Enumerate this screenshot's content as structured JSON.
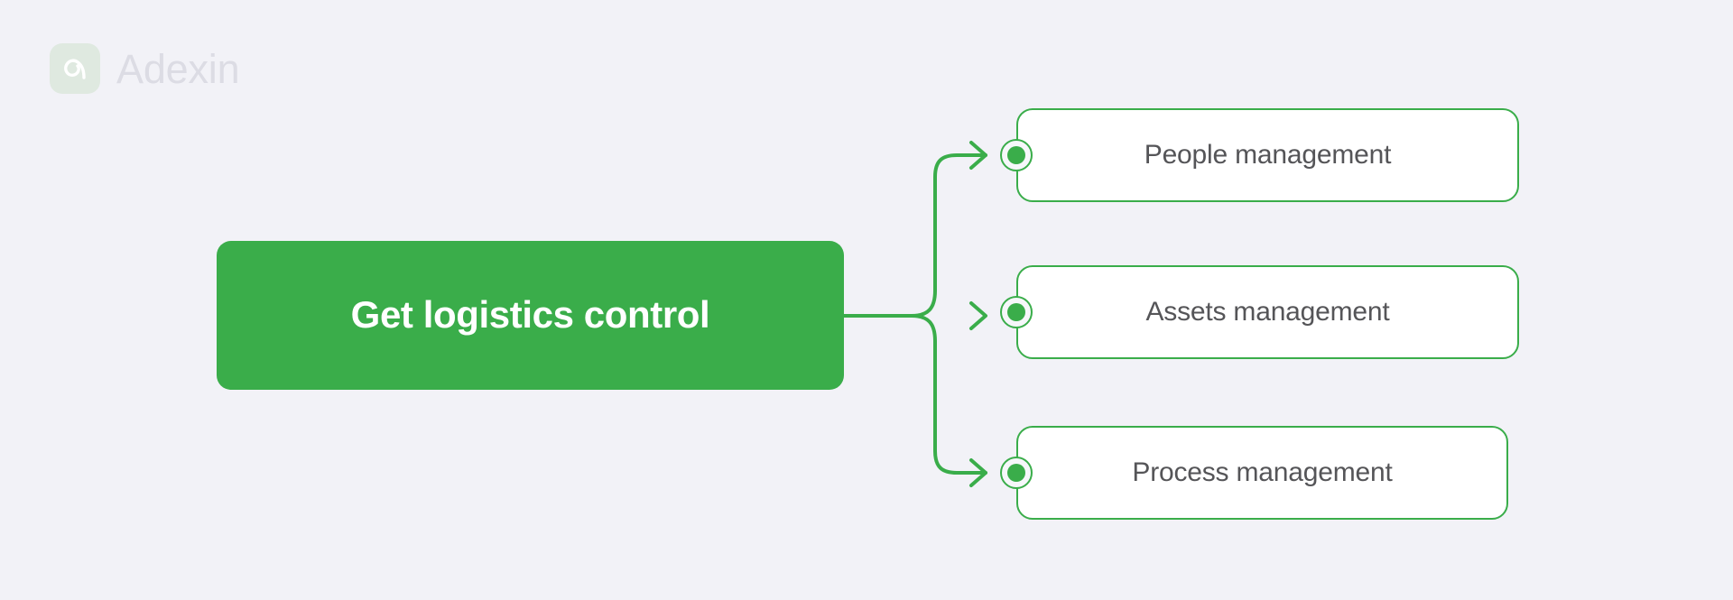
{
  "brand": {
    "name": "Adexin",
    "mark_icon": "adexin-spiral-logo-icon",
    "mark_color": "#dfe9e0",
    "word_color": "#dcdce4"
  },
  "theme": {
    "background": "#f2f2f7",
    "accent_green": "#3aad4a",
    "card_background": "#ffffff",
    "card_text": "#555558",
    "root_text": "#ffffff"
  },
  "diagram": {
    "type": "mind-map",
    "root": {
      "label": "Get logistics control"
    },
    "branches": [
      {
        "label": "People management",
        "connector": "curve-up"
      },
      {
        "label": "Assets management",
        "connector": "straight"
      },
      {
        "label": "Process management",
        "connector": "curve-down"
      }
    ]
  }
}
